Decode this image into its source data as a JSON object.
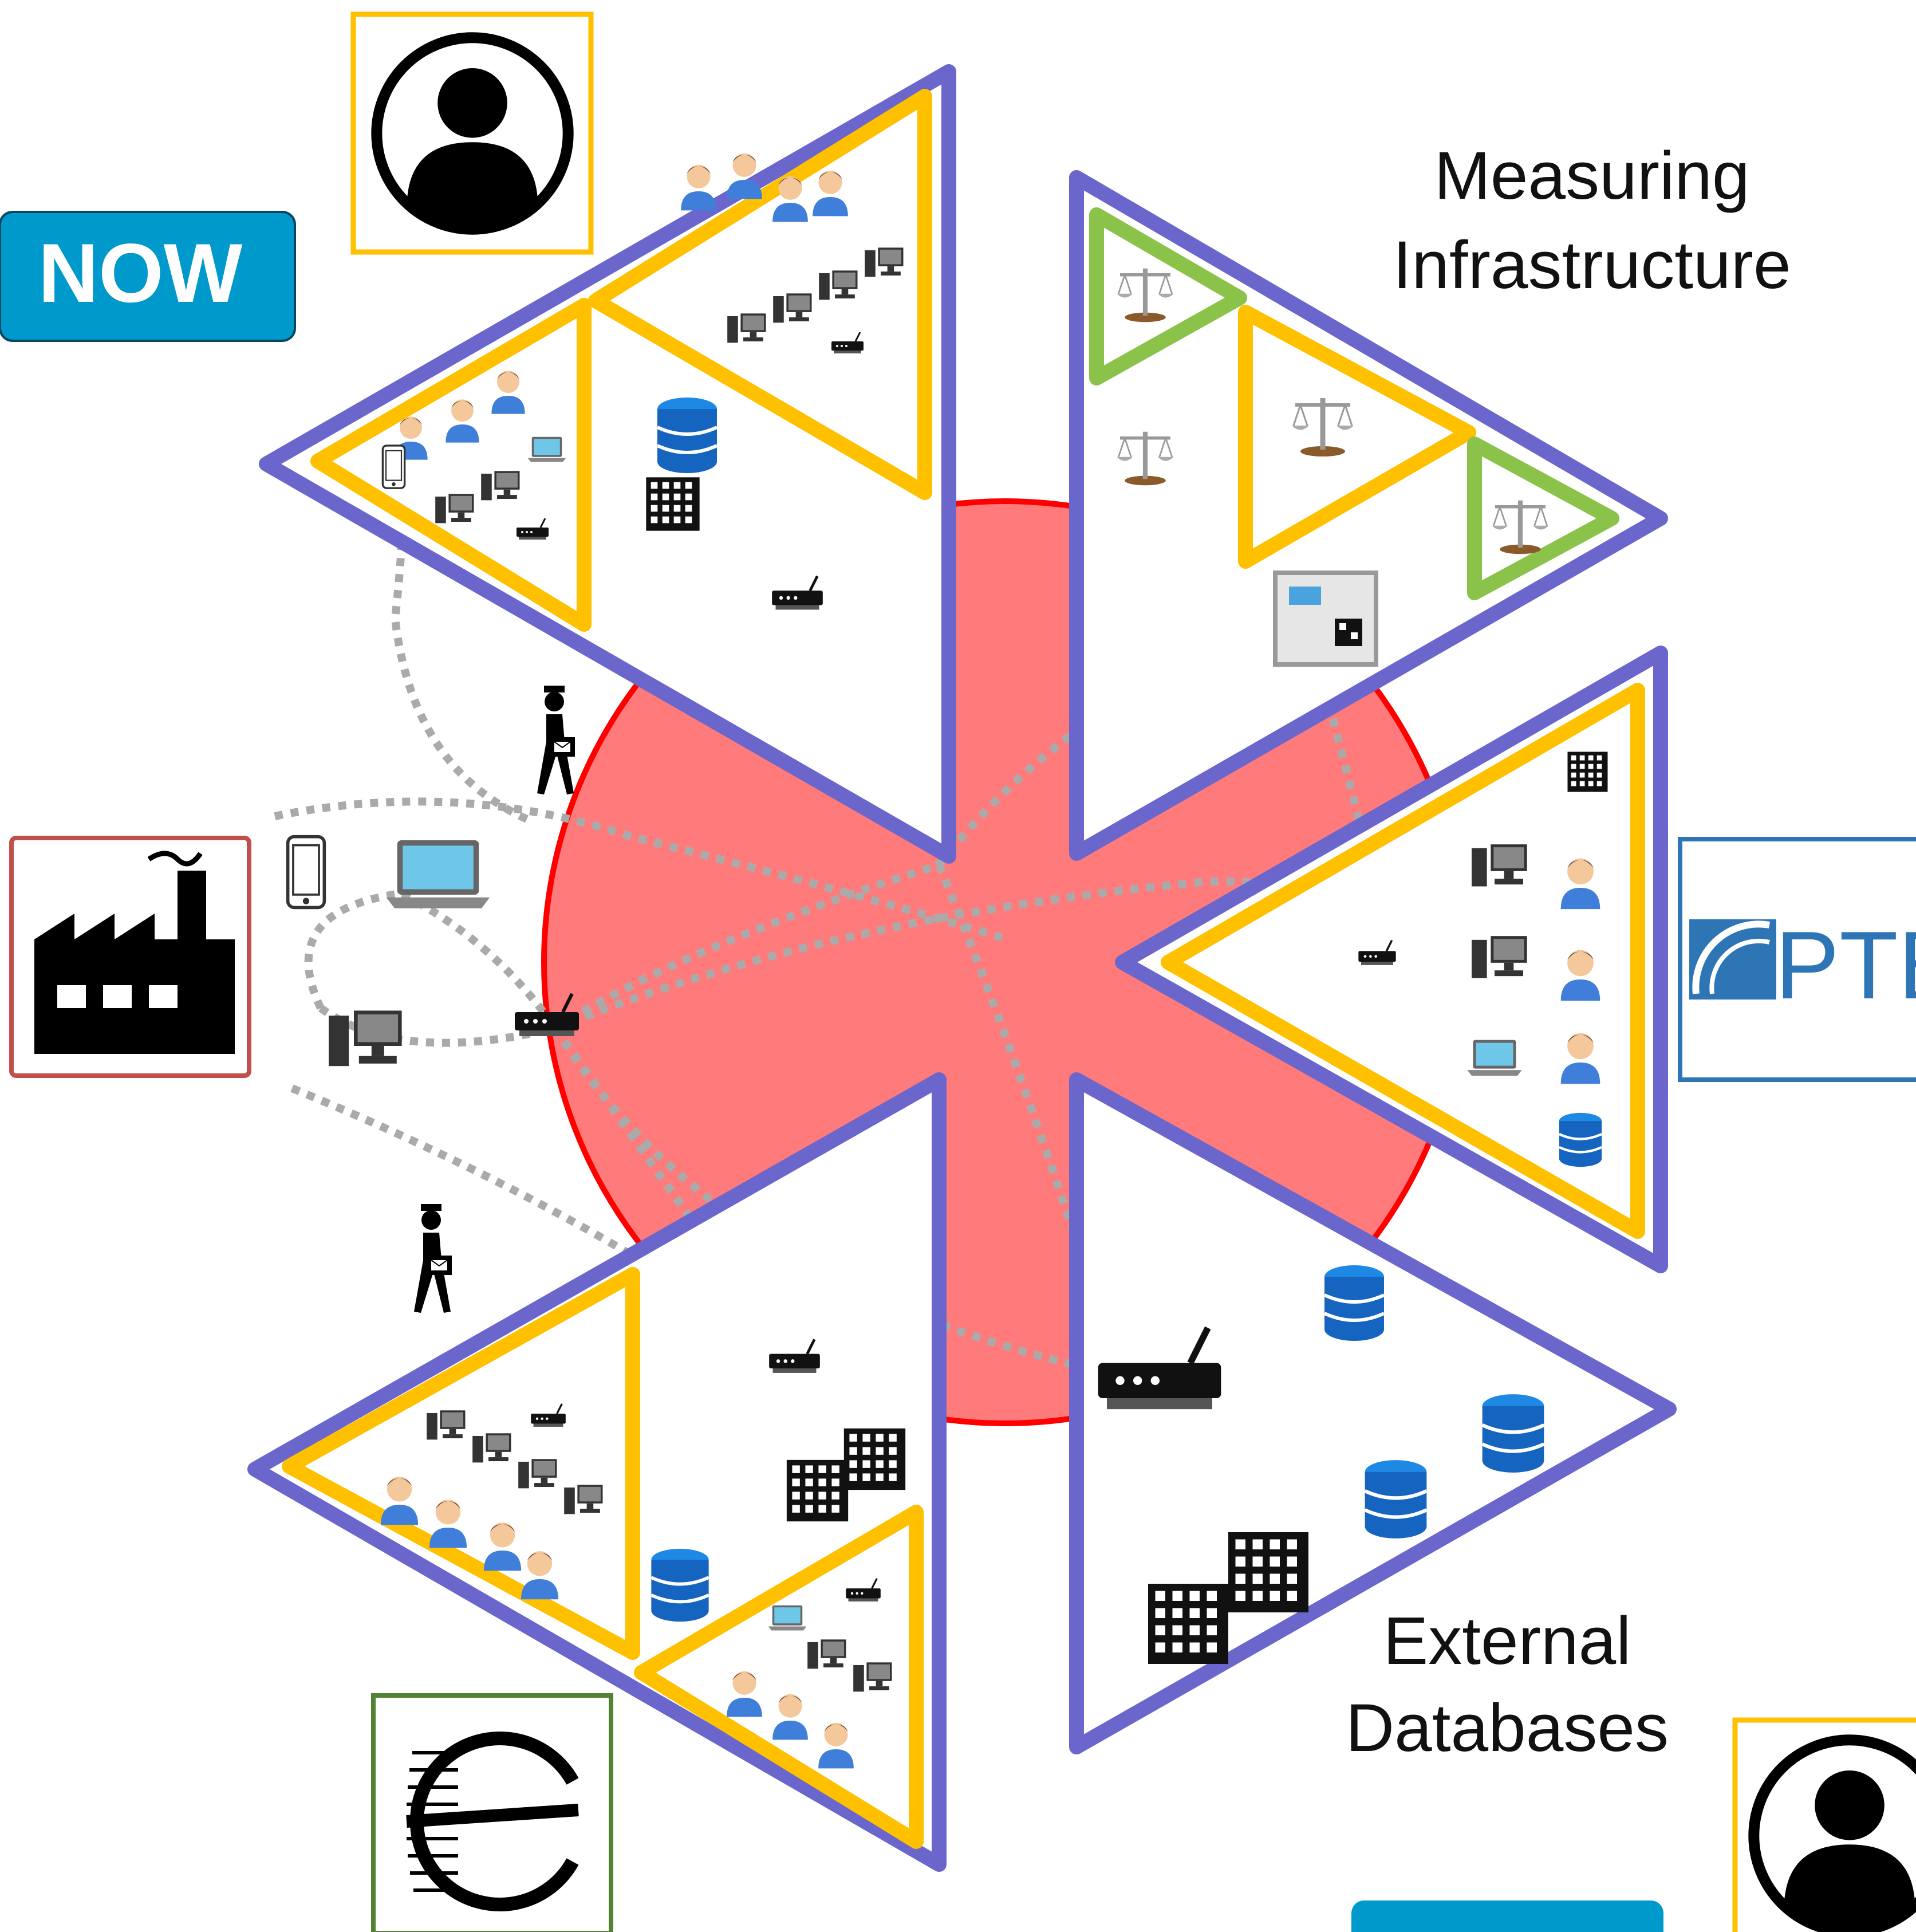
{
  "badges": {
    "now": "NOW"
  },
  "labels": {
    "measuring_line1": "Measuring",
    "measuring_line2": "Infrastructure",
    "external_line1": "External",
    "external_line2": "Databases"
  },
  "logos": {
    "ptb": "PTB"
  },
  "colors": {
    "outer_triangle": "#6B66CC",
    "inner_triangle": "#FFC000",
    "green_triangle": "#8BC34A",
    "network_circle_fill": "#FF7B7B",
    "network_circle_stroke": "#FF0000",
    "badge_fill": "#0099CC",
    "dotted_link": "#AAAAAA",
    "factory_frame": "#C0504D",
    "ptb_frame": "#2E75B6",
    "euramet_frame": "#548235",
    "person_frame": "#FFC000"
  },
  "icons": [
    "person-icon",
    "factory-icon",
    "ptb-logo",
    "euramet-logo",
    "database-icon",
    "server-rack-icon",
    "router-icon",
    "desktop-computer-icon",
    "laptop-icon",
    "smartphone-icon",
    "balance-scale-icon",
    "postman-icon",
    "people-group-icon",
    "measuring-device-icon"
  ]
}
